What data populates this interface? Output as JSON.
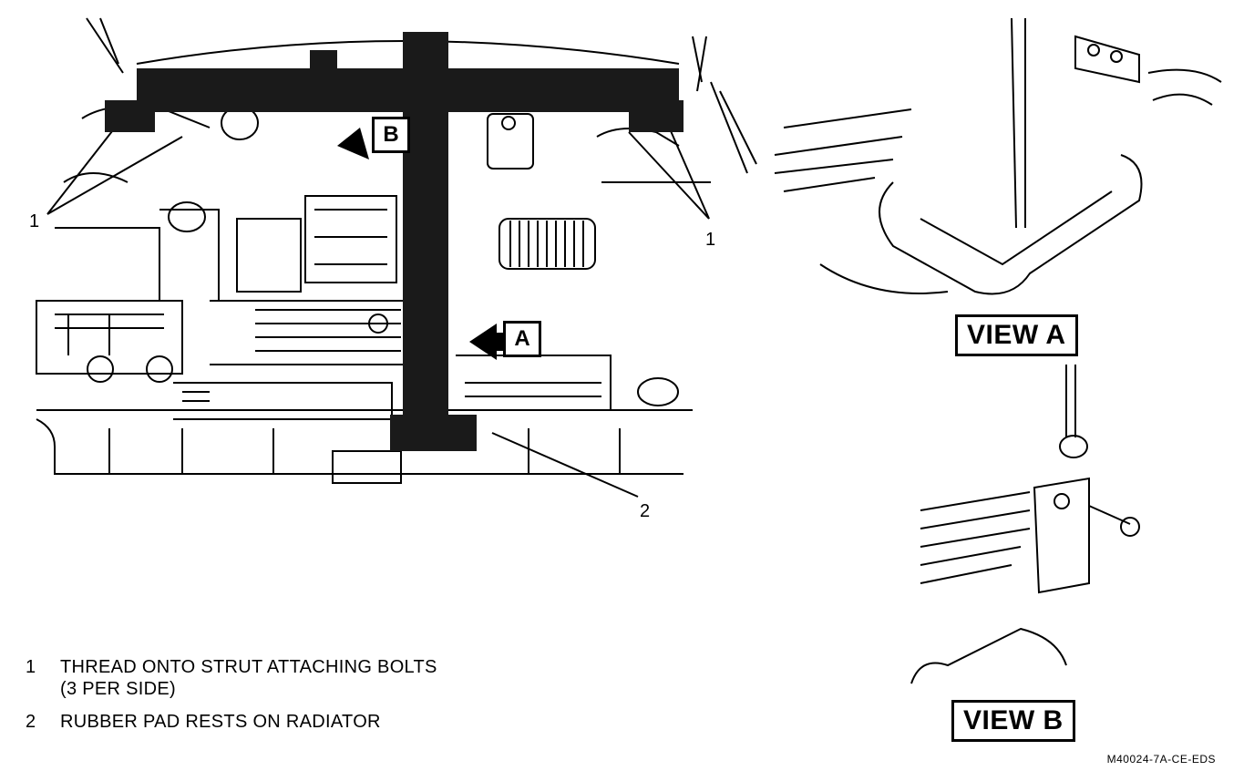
{
  "callouts": {
    "one_left": "1",
    "one_right": "1",
    "two": "2",
    "letter_a": "A",
    "letter_b": "B"
  },
  "legend": [
    {
      "number": "1",
      "text_line1": "THREAD ONTO STRUT ATTACHING BOLTS",
      "text_line2": "(3 PER SIDE)"
    },
    {
      "number": "2",
      "text_line1": "RUBBER PAD RESTS ON RADIATOR",
      "text_line2": ""
    }
  ],
  "views": {
    "view_a": "VIEW A",
    "view_b": "VIEW B"
  },
  "reference_code": "M40024-7A-CE-EDS",
  "colors": {
    "ink": "#000000",
    "paper": "#ffffff"
  }
}
